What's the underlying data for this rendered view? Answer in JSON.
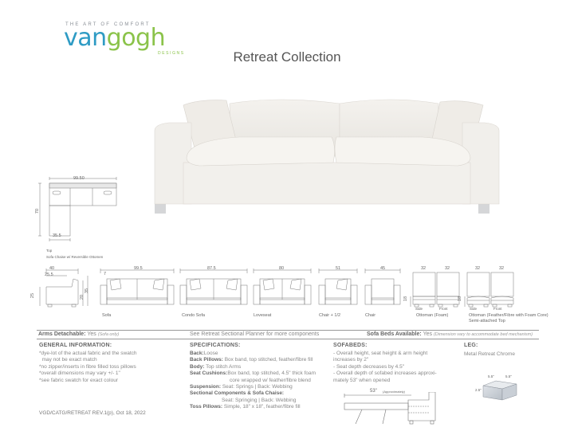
{
  "brand": {
    "tagline": "THE ART OF COMFORT",
    "name_part1": "van",
    "name_part2": "gogh",
    "sub": "DESIGNS",
    "colors": {
      "van": "#2e9bc4",
      "gogh": "#8bc34a"
    }
  },
  "title": "Retreat Collection",
  "hero_image": {
    "subject": "white Retreat sofa with two toss pillows and chrome legs"
  },
  "top_view": {
    "width_dim": "99.50",
    "depth_dim": "70",
    "chaise_dim": "35.5",
    "label": "Top",
    "caption": "Sofa Chaise w/ Reversible Ottomen"
  },
  "side_view": {
    "depth": "40",
    "seat_depth": "25.5",
    "arm_height": "25",
    "seat_height": "20",
    "height_a": "35",
    "height_b": "20"
  },
  "pieces": [
    {
      "name": "Sofa",
      "width": "99.5",
      "arm": "7"
    },
    {
      "name": "Condo Sofa",
      "width": "87.5"
    },
    {
      "name": "Loveseat",
      "width": "80"
    },
    {
      "name": "Chair + 1/2",
      "width": "51"
    },
    {
      "name": "Chair",
      "width": "45"
    }
  ],
  "ottomans": [
    {
      "name": "Ottoman (Foam)",
      "side_width": "32",
      "front_width": "32",
      "height": "18",
      "side_label": "Side",
      "front_label": "Front"
    },
    {
      "name": "Ottoman (Feather/Fibre with Foam Core)",
      "name_line2": "Semi-attached Top",
      "side_width": "32",
      "front_width": "32",
      "height": "18",
      "side_label": "Side",
      "front_label": "Front"
    }
  ],
  "info_bar": {
    "arms_label": "Arms Detachable:",
    "arms_value": "Yes",
    "arms_note": "(Sofa only)",
    "planner": "See Retreat  Sectional Planner for more components",
    "sofabeds_label": "Sofa Beds Available:",
    "sofabeds_value": "Yes",
    "sofabeds_note": "(Dimension vary to accommodate bed mechanism)"
  },
  "general": {
    "heading": "GENERAL INFORMATION:",
    "lines": [
      "*dye-lot of the actual fabric and the swatch",
      "  may not be exact match",
      "*no zipper/inserts in fibre filled toss pillows",
      "*overall dimensions may vary +/- 1\"",
      "*see fabric swatch for exact colour"
    ]
  },
  "specs": {
    "heading": "SPECIFICATIONS:",
    "items": [
      {
        "label": "Back:",
        "value": "Loose"
      },
      {
        "label": "Back Pillows:",
        "value": "Box band, top stitched, feather/fibre fill"
      },
      {
        "label": "Body:",
        "value": "Top stitch Arms"
      },
      {
        "label": "Seat Cushions:",
        "value": "Box band, top stitched,  4.5\" thick foam"
      },
      {
        "label": "",
        "value": "core wrapped w/ feather/fibre blend"
      },
      {
        "label": "Suspension:",
        "value": "Seat: Springs  |  Back: Webbing"
      },
      {
        "label": "Sectional Components & Sofa Chaise:",
        "value": ""
      },
      {
        "label": "",
        "value": "Seat: Springing  |  Back: Webbing"
      },
      {
        "label": "Toss Pillows:",
        "value": "Simple, 18\" x 18\", feather/fibre fill"
      }
    ]
  },
  "sofabeds": {
    "heading": "SOFABEDS:",
    "lines": [
      "- Overall height, seat height & arm height",
      "increases by 2\"",
      "- Seat depth decreases by 4.5\"",
      "- Overall depth of sofabed increases approxi-",
      "mately 53\" when opened"
    ],
    "diagram_dim": "53\"",
    "diagram_note": "(Approximately)"
  },
  "leg": {
    "heading": "LEG:",
    "value": "Metal Retreat Chrome",
    "dim_w1": "5.5\"",
    "dim_w2": "5.5\"",
    "dim_h": "2.5\""
  },
  "footer": {
    "code": "VGD/CATG/RETREAT REV.1(p), Oct 18, 2022"
  }
}
